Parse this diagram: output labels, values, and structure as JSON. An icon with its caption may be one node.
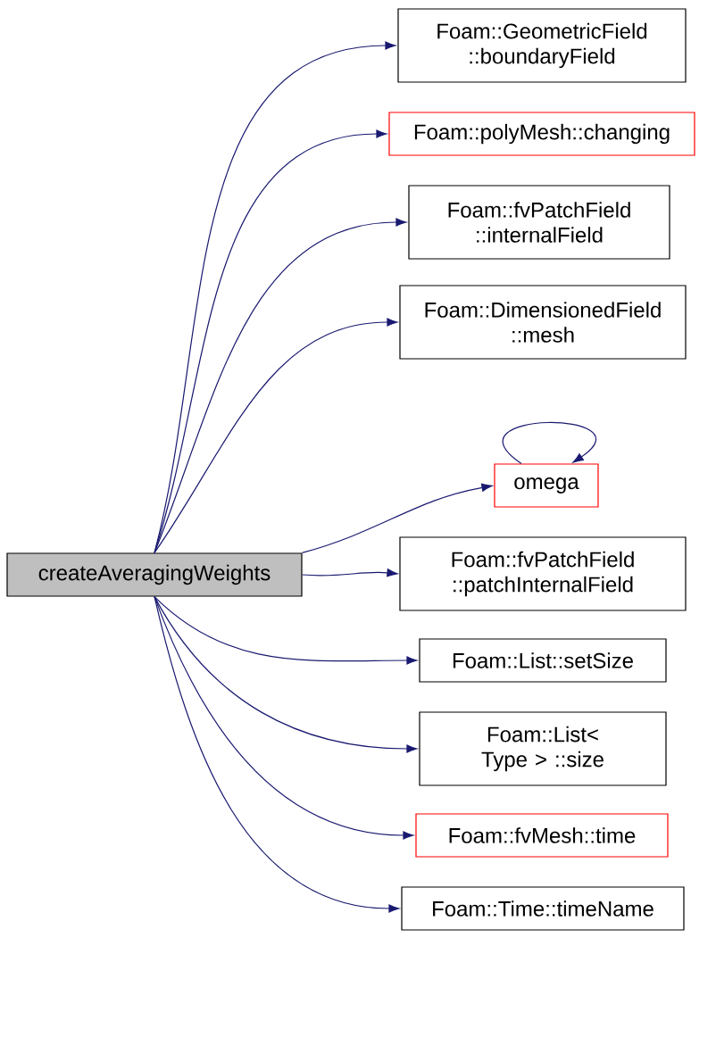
{
  "diagram": {
    "nodes": [
      {
        "text": [
          "createAveragingWeights"
        ]
      },
      {
        "text": [
          "Foam::GeometricField ::boundaryField"
        ]
      },
      {
        "text": [
          "Foam::polyMesh::changing"
        ]
      },
      {
        "text": [
          "Foam::fvPatchField ::internalField"
        ]
      },
      {
        "text": [
          "Foam::DimensionedField ::mesh"
        ]
      },
      {
        "text": [
          "omega"
        ]
      },
      {
        "text": [
          "Foam::fvPatchField ::patchInternalField"
        ]
      },
      {
        "text": [
          "Foam::List::setSize"
        ]
      },
      {
        "text": [
          "Foam::List< Type > ::size"
        ]
      },
      {
        "text": [
          "Foam::fvMesh::time"
        ]
      },
      {
        "text": [
          "Foam::Time::timeName"
        ]
      }
    ],
    "edges": [
      {
        "from": 0,
        "to": 1,
        "arrow": "to"
      },
      {
        "from": 0,
        "to": 2,
        "arrow": "to"
      },
      {
        "from": 0,
        "to": 3,
        "arrow": "to"
      },
      {
        "from": 0,
        "to": 4,
        "arrow": "to"
      },
      {
        "from": 0,
        "to": 5,
        "arrow": "to"
      },
      {
        "from": 0,
        "to": 6,
        "arrow": "to"
      },
      {
        "from": 0,
        "to": 7,
        "arrow": "to"
      },
      {
        "from": 0,
        "to": 8,
        "arrow": "to"
      },
      {
        "from": 0,
        "to": 9,
        "arrow": "to"
      },
      {
        "from": 0,
        "to": 10,
        "arrow": "to"
      },
      {
        "from": 5,
        "to": 5,
        "arrow": "to"
      }
    ]
  }
}
